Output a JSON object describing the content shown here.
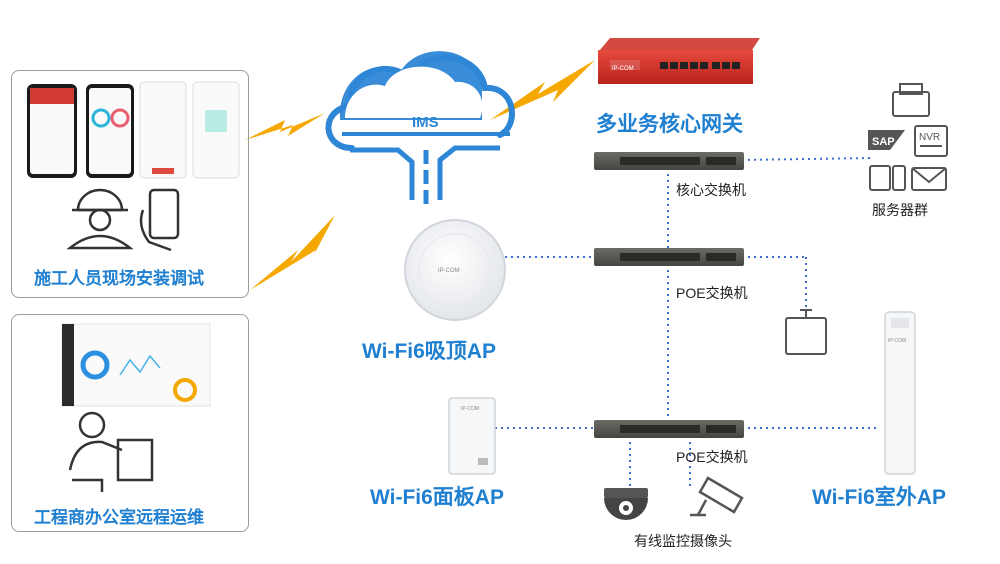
{
  "cloud": {
    "label": "IMS"
  },
  "gateway": {
    "label": "多业务核心网关",
    "brand": "IP-COM"
  },
  "switches": [
    {
      "label": "核心交换机"
    },
    {
      "label": "POE交换机"
    },
    {
      "label": "POE交换机"
    }
  ],
  "servers": {
    "label": "服务器群",
    "items": [
      {
        "icon": "sap-icon",
        "text": "SAP"
      },
      {
        "icon": "nvr-icon",
        "text": "NVR"
      }
    ]
  },
  "aps": [
    {
      "label": "Wi-Fi6吸顶AP",
      "brand": "IP-COM"
    },
    {
      "label": "Wi-Fi6面板AP",
      "brand": "IP-COM"
    },
    {
      "label": "Wi-Fi6室外AP",
      "brand": "IP-COM"
    }
  ],
  "camera": {
    "label": "有线监控摄像头"
  },
  "panels": [
    {
      "label": "施工人员现场安装调试"
    },
    {
      "label": "工程商办公室远程运维"
    }
  ],
  "colors": {
    "blue": "#1f7fd0",
    "lightning": "#f5a800",
    "gateway_red": "#d7322c",
    "line": "#3a6fd0"
  }
}
